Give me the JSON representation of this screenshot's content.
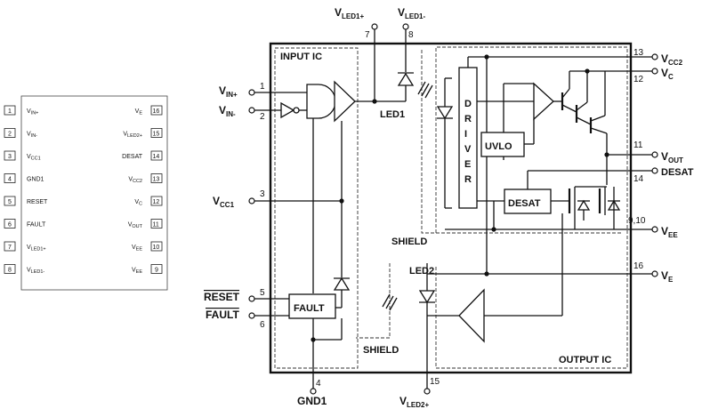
{
  "package": {
    "left_pins": [
      {
        "num": "1",
        "name": "V",
        "sub": "IN+"
      },
      {
        "num": "2",
        "name": "V",
        "sub": "IN-"
      },
      {
        "num": "3",
        "name": "V",
        "sub": "CC1"
      },
      {
        "num": "4",
        "name": "GND1",
        "sub": ""
      },
      {
        "num": "5",
        "name": "RESET",
        "sub": ""
      },
      {
        "num": "6",
        "name": "FAULT",
        "sub": ""
      },
      {
        "num": "7",
        "name": "V",
        "sub": "LED1+"
      },
      {
        "num": "8",
        "name": "V",
        "sub": "LED1-"
      }
    ],
    "right_pins": [
      {
        "num": "16",
        "name": "V",
        "sub": "E"
      },
      {
        "num": "15",
        "name": "V",
        "sub": "LED2+"
      },
      {
        "num": "14",
        "name": "DESAT",
        "sub": ""
      },
      {
        "num": "13",
        "name": "V",
        "sub": "CC2"
      },
      {
        "num": "12",
        "name": "V",
        "sub": "C"
      },
      {
        "num": "11",
        "name": "V",
        "sub": "OUT"
      },
      {
        "num": "10",
        "name": "V",
        "sub": "EE"
      },
      {
        "num": "9",
        "name": "V",
        "sub": "EE"
      }
    ]
  },
  "block": {
    "input_ic": "INPUT IC",
    "output_ic": "OUTPUT IC",
    "shield_upper": "SHIELD",
    "shield_lower": "SHIELD",
    "led1": "LED1",
    "led2": "LED2",
    "driver_letters": [
      "D",
      "R",
      "I",
      "V",
      "E",
      "R"
    ],
    "uvlo": "UVLO",
    "desat_block": "DESAT",
    "fault_block": "FAULT"
  },
  "pins": {
    "vin_plus": {
      "name": "V",
      "sub": "IN+",
      "num": "1"
    },
    "vin_minus": {
      "name": "V",
      "sub": "IN-",
      "num": "2"
    },
    "vcc1": {
      "name": "V",
      "sub": "CC1",
      "num": "3"
    },
    "gnd1": {
      "name": "GND1",
      "num": "4"
    },
    "reset": {
      "name": "RESET",
      "num": "5"
    },
    "fault": {
      "name": "FAULT",
      "num": "6"
    },
    "vled1_plus": {
      "name": "V",
      "sub": "LED1+",
      "num": "7"
    },
    "vled1_minus": {
      "name": "V",
      "sub": "LED1-",
      "num": "8"
    },
    "vee": {
      "name": "V",
      "sub": "EE",
      "num": "9,10"
    },
    "vout": {
      "name": "V",
      "sub": "OUT",
      "num": "11"
    },
    "vc": {
      "name": "V",
      "sub": "C",
      "num": "12"
    },
    "vcc2": {
      "name": "V",
      "sub": "CC2",
      "num": "13"
    },
    "desat": {
      "name": "DESAT",
      "num": "14"
    },
    "vled2_plus": {
      "name": "V",
      "sub": "LED2+",
      "num": "15"
    },
    "ve": {
      "name": "V",
      "sub": "E",
      "num": "16"
    }
  }
}
